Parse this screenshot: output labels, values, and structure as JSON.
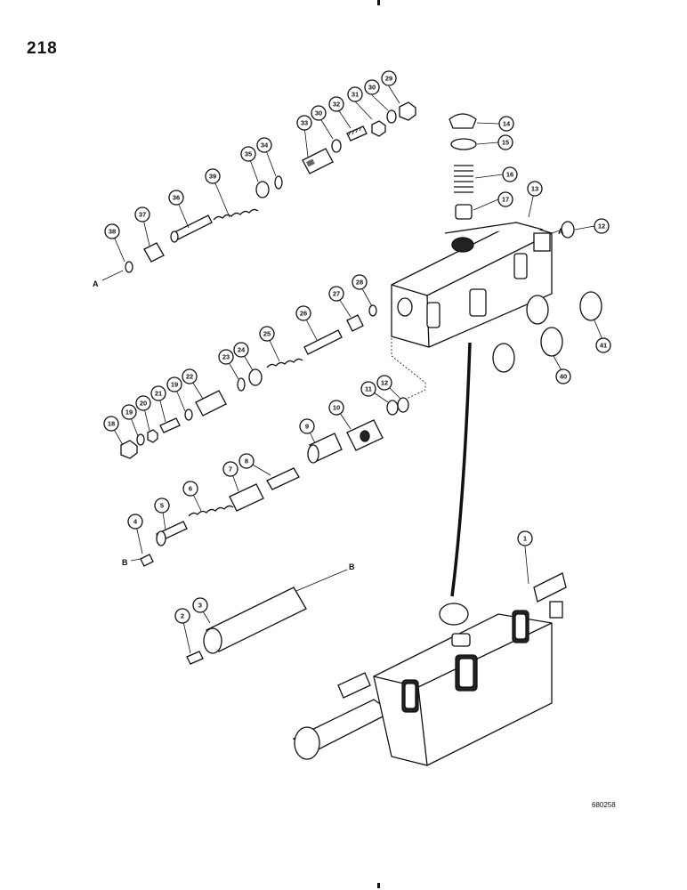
{
  "page": {
    "number": "218",
    "figure_code": "680258"
  },
  "ref_letters": {
    "a": "A",
    "b": "B"
  },
  "callouts": [
    {
      "id": "c29",
      "label": "29"
    },
    {
      "id": "c30a",
      "label": "30"
    },
    {
      "id": "c31",
      "label": "31"
    },
    {
      "id": "c32",
      "label": "32"
    },
    {
      "id": "c30b",
      "label": "30"
    },
    {
      "id": "c33",
      "label": "33"
    },
    {
      "id": "c34",
      "label": "34"
    },
    {
      "id": "c35",
      "label": "35"
    },
    {
      "id": "c39",
      "label": "39"
    },
    {
      "id": "c36",
      "label": "36"
    },
    {
      "id": "c37",
      "label": "37"
    },
    {
      "id": "c38",
      "label": "38"
    },
    {
      "id": "c14",
      "label": "14"
    },
    {
      "id": "c15",
      "label": "15"
    },
    {
      "id": "c16",
      "label": "16"
    },
    {
      "id": "c17",
      "label": "17"
    },
    {
      "id": "c13",
      "label": "13"
    },
    {
      "id": "c12a",
      "label": "12"
    },
    {
      "id": "c28",
      "label": "28"
    },
    {
      "id": "c27",
      "label": "27"
    },
    {
      "id": "c26",
      "label": "26"
    },
    {
      "id": "c25",
      "label": "25"
    },
    {
      "id": "c24",
      "label": "24"
    },
    {
      "id": "c23",
      "label": "23"
    },
    {
      "id": "c22",
      "label": "22"
    },
    {
      "id": "c19a",
      "label": "19"
    },
    {
      "id": "c21",
      "label": "21"
    },
    {
      "id": "c20",
      "label": "20"
    },
    {
      "id": "c19b",
      "label": "19"
    },
    {
      "id": "c18",
      "label": "18"
    },
    {
      "id": "c11",
      "label": "11"
    },
    {
      "id": "c12b",
      "label": "12"
    },
    {
      "id": "c10",
      "label": "10"
    },
    {
      "id": "c9",
      "label": "9"
    },
    {
      "id": "c8",
      "label": "8"
    },
    {
      "id": "c7",
      "label": "7"
    },
    {
      "id": "c6",
      "label": "6"
    },
    {
      "id": "c5",
      "label": "5"
    },
    {
      "id": "c4",
      "label": "4"
    },
    {
      "id": "c3",
      "label": "3"
    },
    {
      "id": "c2",
      "label": "2"
    },
    {
      "id": "c1",
      "label": "1"
    },
    {
      "id": "c40",
      "label": "40"
    },
    {
      "id": "c41",
      "label": "41"
    }
  ]
}
